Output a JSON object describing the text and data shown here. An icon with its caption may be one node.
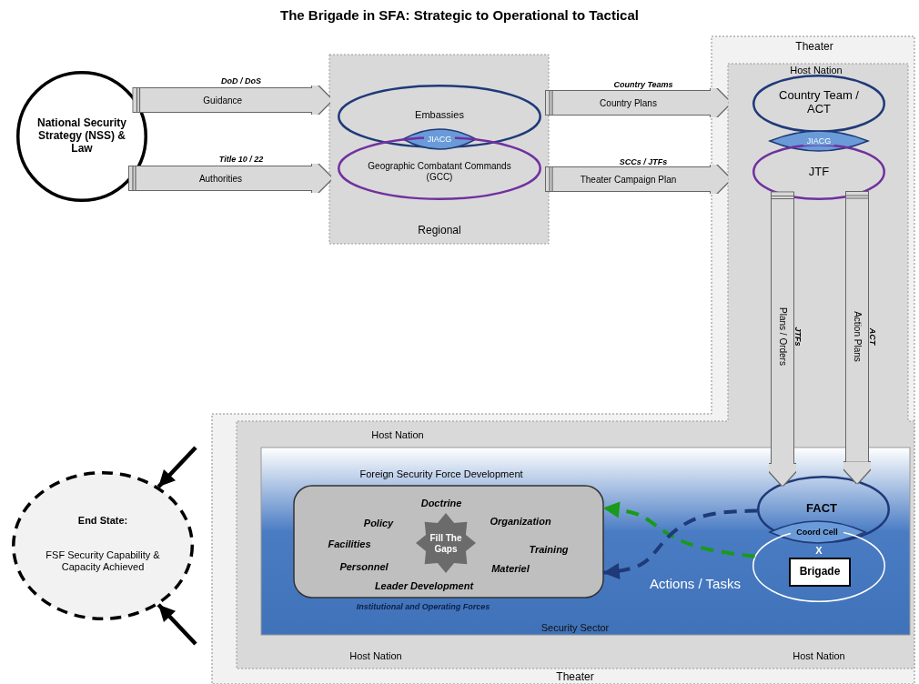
{
  "diagram": {
    "title": "The Brigade in SFA: Strategic to Operational to Tactical",
    "nodes": [
      {
        "text": [
          "National Security Strategy (NSS) & Law"
        ]
      },
      {
        "text": [
          "Regional"
        ]
      },
      {
        "text": [
          "Embassies"
        ],
        "in": 1
      },
      {
        "text": [
          "JIACG"
        ],
        "in": 2
      },
      {
        "text": [
          "Geographic Combatant Commands (GCC)"
        ],
        "in": 1
      },
      {
        "text": [
          "Theater",
          "Theater"
        ]
      },
      {
        "text": [
          "Host Nation",
          "Host Nation",
          "Host Nation",
          "Host Nation"
        ],
        "in": 5
      },
      {
        "text": [
          "Country Team / ACT"
        ],
        "in": 6
      },
      {
        "text": [
          "JIACG"
        ],
        "in": 6
      },
      {
        "text": [
          "JTF"
        ],
        "in": 6
      },
      {
        "text": [
          "Security Sector"
        ],
        "in": 6
      },
      {
        "text": [
          "Foreign Security Force Development",
          "Doctrine",
          "Policy",
          "Organization",
          "Facilities",
          "Training",
          "Personnel",
          "Materiel",
          "Leader Development"
        ],
        "beside": [
          "Institutional and Operating Forces"
        ],
        "in": 10
      },
      {
        "text": [
          "Fill The Gaps"
        ],
        "in": 11
      },
      {
        "text": [
          "FACT"
        ],
        "in": 10
      },
      {
        "text": [
          "Coord Cell"
        ],
        "in": 13
      },
      {
        "text": [
          "X"
        ],
        "in": 10
      },
      {
        "text": [
          "Brigade"
        ],
        "in": 15
      },
      {
        "text": [
          "End State:",
          "FSF Security Capability & Capacity Achieved"
        ]
      }
    ],
    "edges": [
      {
        "from": 0,
        "to": 1,
        "arrow": "to",
        "label": "Guidance"
      },
      {
        "from": 0,
        "to": 1,
        "arrow": "to",
        "label": "Authorities"
      },
      {
        "from": 1,
        "to": 6,
        "arrow": "to",
        "label": "Country Plans"
      },
      {
        "from": 1,
        "to": 6,
        "arrow": "to",
        "label": "Theater Campaign Plan"
      },
      {
        "from": 9,
        "to": 13,
        "arrow": "to",
        "label": "Plans / Orders"
      },
      {
        "from": 9,
        "to": 13,
        "arrow": "to",
        "label": "Action Plans"
      },
      {
        "from": 15,
        "to": 11,
        "arrow": "to",
        "style": "dashed",
        "color": "#1a9a1a"
      },
      {
        "from": 13,
        "to": 11,
        "arrow": "to",
        "style": "dashed",
        "color": "#1f3a78"
      },
      {
        "from": null,
        "to": 17,
        "arrow": "to",
        "color": "#000000"
      },
      {
        "from": null,
        "to": 17,
        "arrow": "to",
        "color": "#000000"
      }
    ],
    "labels": [
      "DoD / DoS",
      "Title 10 / 22",
      "Country Teams",
      "SCCs / JTFs",
      "JTFs",
      "ACT",
      "Actions / Tasks"
    ]
  }
}
